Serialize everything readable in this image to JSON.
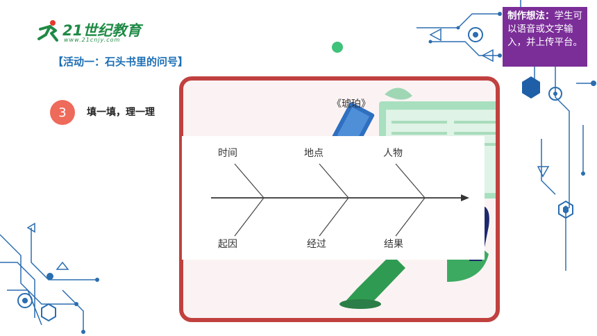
{
  "logo": {
    "text": "21世纪教育",
    "subtext": "www.21cnjy.com"
  },
  "activity_title": "【活动一：石头书里的问号】",
  "step": {
    "number": "3",
    "label": "填一填，理一理"
  },
  "note": {
    "title": "制作想法：",
    "body": "学生可以语音或文字输入，并上传平台。"
  },
  "diagram": {
    "book_title": "《琥珀》",
    "top_labels": [
      "时间",
      "地点",
      "人物"
    ],
    "bottom_labels": [
      "起因",
      "经过",
      "结果"
    ]
  },
  "colors": {
    "accent_red": "#c0413f",
    "note_purple": "#7b2e98",
    "step_coral": "#ee6a5b",
    "title_blue": "#1c6fb5",
    "logo_green": "#1f8a45",
    "decor_blue": "#1e5fa8"
  }
}
